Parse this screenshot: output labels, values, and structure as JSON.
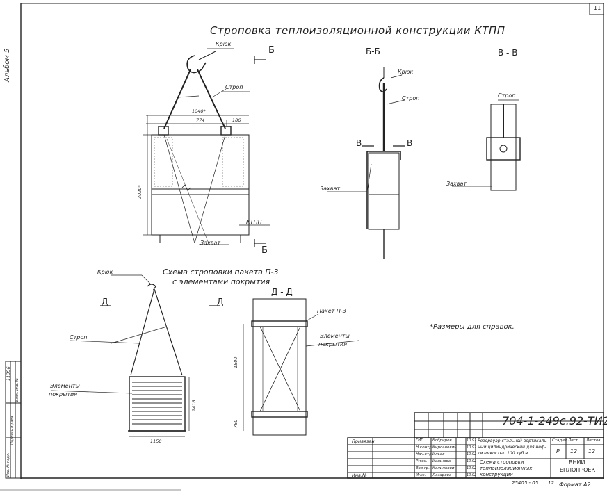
{
  "sheet": {
    "page_number": "11",
    "album": "Альбом 5",
    "side_code": "11356",
    "main_title": "Строповка теплоизоляционной конструкции КТПП"
  },
  "view_main": {
    "section_mark": "Б",
    "section_mark_bottom": "Б",
    "hook_label": "Крюк",
    "sling_label": "Строп",
    "ktpp_label": "КТПП",
    "grip_label": "Захват",
    "dim_total": "1040*",
    "dim_left": "774",
    "dim_right": "186",
    "dim_height": "3020*"
  },
  "view_bb": {
    "title": "Б-Б",
    "hook_label": "Крюк",
    "sling_label": "Строп",
    "grip_label": "Захват",
    "cut_left": "В",
    "cut_right": "В"
  },
  "view_vv": {
    "title": "В - В",
    "sling_label": "Строп",
    "grip_label": "Захват"
  },
  "view_package": {
    "title_line1": "Схема строповки пакета П-3",
    "title_line2": "с элементами покрытия",
    "hook_label": "Крюк",
    "sling_label": "Строп",
    "elements_line1": "Элементы",
    "elements_line2": "покрытия",
    "cut_left": "Д",
    "cut_right": "Д",
    "dim_width": "1150",
    "dim_height": "1416"
  },
  "view_dd": {
    "title": "Д - Д",
    "package_label": "Пакет П-3",
    "elements_line1": "Элементы",
    "elements_line2": "покрытия",
    "dim_height": "1500",
    "dim_bottom": "750"
  },
  "note": "*Размеры для справок.",
  "title_block": {
    "doc_code": "704-1-249с.92-ТИ2",
    "binding_label": "Привязан",
    "inv_label": "Инв.№",
    "left_col_labels": [
      "Инв. № подл.",
      "Подпись и дата",
      "Взам. инв. №"
    ],
    "roles": [
      "ГИП",
      "Н.контр.",
      "Нач.отд.",
      "Р.тех.",
      "Зав.гр.",
      "Инж."
    ],
    "names": [
      "Бобриров",
      "Кирсанович",
      "Ильев",
      "Ишанова",
      "Калинкович",
      "Лазарева"
    ],
    "dates": [
      "10.92",
      "10.92",
      "10.92",
      "10.92",
      "10.92",
      "10.92"
    ],
    "description_lines": [
      "Резервуар стальной вертикаль-",
      "ный цилиндрический для неф-",
      "ти емкостью 100 куб.м"
    ],
    "sheet_title_lines": [
      "Схема строповки",
      "теплоизоляционных",
      "конструкций"
    ],
    "stage_header": "Стадия",
    "sheet_header": "Лист",
    "sheets_header": "Листов",
    "stage": "Р",
    "sheet": "12",
    "sheets": "12",
    "org_line1": "ВНИИ",
    "org_line2": "ТЕПЛОПРОЕКТ",
    "bottom_code": "25405 - 05",
    "bottom_page": "12",
    "format": "Формат А2"
  }
}
